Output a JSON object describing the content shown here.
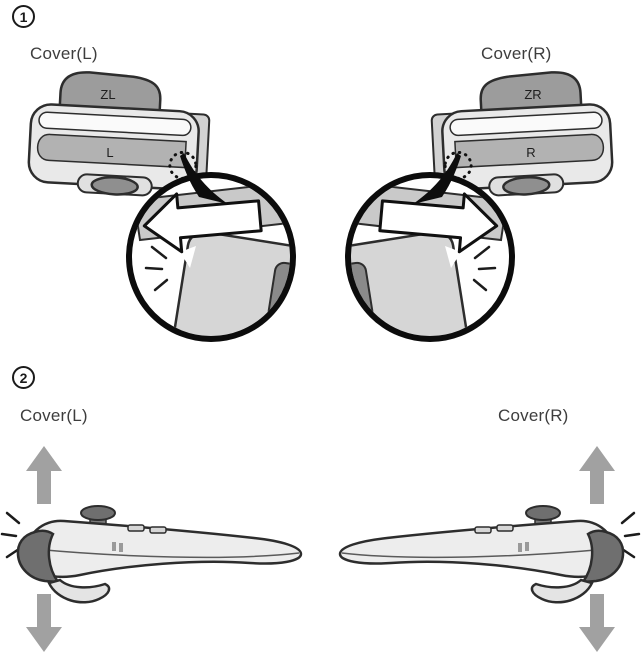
{
  "step1": {
    "badge": "1",
    "left_cover_label": "Cover(L)",
    "right_cover_label": "Cover(R)",
    "left_trigger_label": "ZL",
    "left_shoulder_label": "L",
    "right_trigger_label": "ZR",
    "right_shoulder_label": "R"
  },
  "step2": {
    "badge": "2",
    "left_cover_label": "Cover(L)",
    "right_cover_label": "Cover(R)"
  },
  "icons": {
    "left-arrow-icon": "block arrow pointing left",
    "right-arrow-icon": "block arrow pointing right",
    "up-arrow-icon": "block arrow pointing up",
    "down-arrow-icon": "block arrow pointing down",
    "click-sparks-icon": "three radiating click-emphasis lines",
    "callout-pointer": "curved black pointer wedge",
    "dotted-circle-icon": "dotted attachment highlight circle",
    "magnifier-circle": "black-ringed zoom callout circle"
  },
  "colors": {
    "outline": "#2d2d2d",
    "body_light": "#ededed",
    "body_band": "#b2b2b2",
    "button_gray": "#9c9c9c",
    "cover_gray": "#d6d6d6",
    "clip_dark": "#6f6f6f",
    "arrow_gray": "#a1a1a1",
    "callout_black": "#0d0d0d",
    "background": "#ffffff"
  }
}
